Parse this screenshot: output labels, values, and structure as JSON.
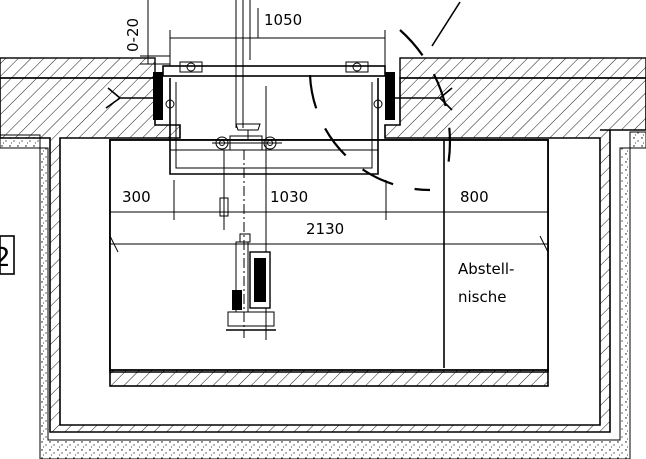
{
  "dimensions": {
    "gap_range": "0-20",
    "hatch_width": "1050",
    "left_offset": "300",
    "pit_inner": "1030",
    "niche_width": "800",
    "total_width": "2130"
  },
  "labels": {
    "niche_line1": "Abstell-",
    "niche_line2": "nische",
    "marker": "2"
  }
}
